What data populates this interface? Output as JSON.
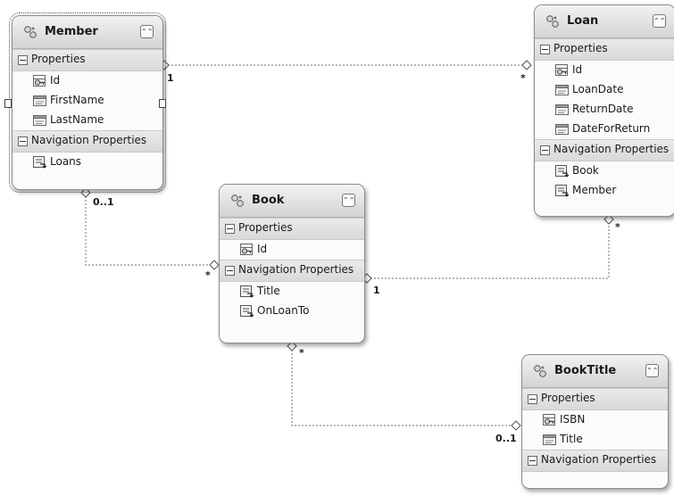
{
  "entities": {
    "member": {
      "title": "Member",
      "properties_label": "Properties",
      "properties": [
        "Id",
        "FirstName",
        "LastName"
      ],
      "navigation_label": "Navigation Properties",
      "navigation": [
        "Loans"
      ]
    },
    "loan": {
      "title": "Loan",
      "properties_label": "Properties",
      "properties": [
        "Id",
        "LoanDate",
        "ReturnDate",
        "DateForReturn"
      ],
      "navigation_label": "Navigation Properties",
      "navigation": [
        "Book",
        "Member"
      ]
    },
    "book": {
      "title": "Book",
      "properties_label": "Properties",
      "properties": [
        "Id"
      ],
      "navigation_label": "Navigation Properties",
      "navigation": [
        "Title",
        "OnLoanTo"
      ]
    },
    "booktitle": {
      "title": "BookTitle",
      "properties_label": "Properties",
      "properties": [
        "ISBN",
        "Title"
      ],
      "navigation_label": "Navigation Properties",
      "navigation": []
    }
  },
  "associations": {
    "member_loan": {
      "from_multiplicity": "1",
      "to_multiplicity": "*"
    },
    "member_book": {
      "from_multiplicity": "0..1",
      "to_multiplicity": "*"
    },
    "book_loan": {
      "from_multiplicity": "1",
      "to_multiplicity": "*"
    },
    "book_booktitle": {
      "from_multiplicity": "*",
      "to_multiplicity": "0..1"
    }
  },
  "colors": {
    "header_top": "#f2f2f2",
    "header_bottom": "#d4d4d4",
    "connector": "#8a8a8a",
    "border": "#8c8c8c"
  },
  "icons": {
    "entity": "entity-icon",
    "key_property": "key-property-icon",
    "property": "property-icon",
    "navigation_property": "navigation-property-icon",
    "collapse": "collapse-chevrons-icon",
    "section_toggle": "minus-toggle-icon"
  }
}
